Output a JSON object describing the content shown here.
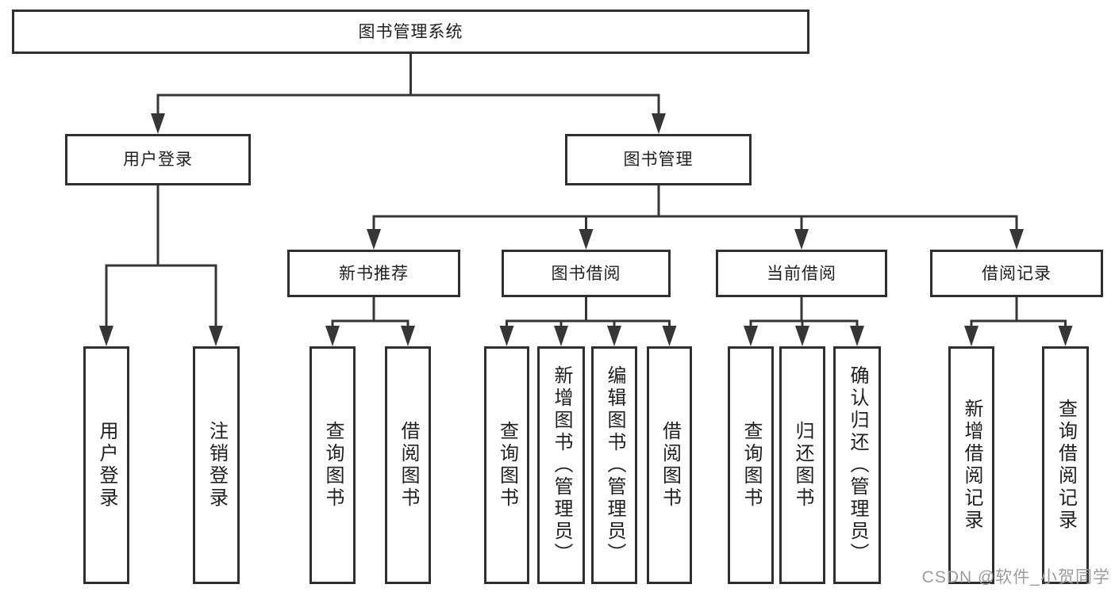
{
  "tree": {
    "label": "图书管理系统",
    "children": [
      {
        "label": "用户登录",
        "children": [
          {
            "label": "用户登录"
          },
          {
            "label": "注销登录"
          }
        ]
      },
      {
        "label": "图书管理",
        "children": [
          {
            "label": "新书推荐",
            "children": [
              {
                "label": "查询图书"
              },
              {
                "label": "借阅图书"
              }
            ]
          },
          {
            "label": "图书借阅",
            "children": [
              {
                "label": "查询图书"
              },
              {
                "label": "新增图书（管理员）"
              },
              {
                "label": "编辑图书（管理员）"
              },
              {
                "label": "借阅图书"
              }
            ]
          },
          {
            "label": "当前借阅",
            "children": [
              {
                "label": "查询图书"
              },
              {
                "label": "归还图书"
              },
              {
                "label": "确认归还（管理员）"
              }
            ]
          },
          {
            "label": "借阅记录",
            "children": [
              {
                "label": "新增借阅记录"
              },
              {
                "label": "查询借阅记录"
              }
            ]
          }
        ]
      }
    ]
  },
  "watermark": "CSDN @软件_小贺同学",
  "colors": {
    "line": "#363636",
    "box_border": "#2f2f2f",
    "text": "#1f1f1f",
    "background": "#ffffff",
    "watermark": "#9c9c9c"
  }
}
